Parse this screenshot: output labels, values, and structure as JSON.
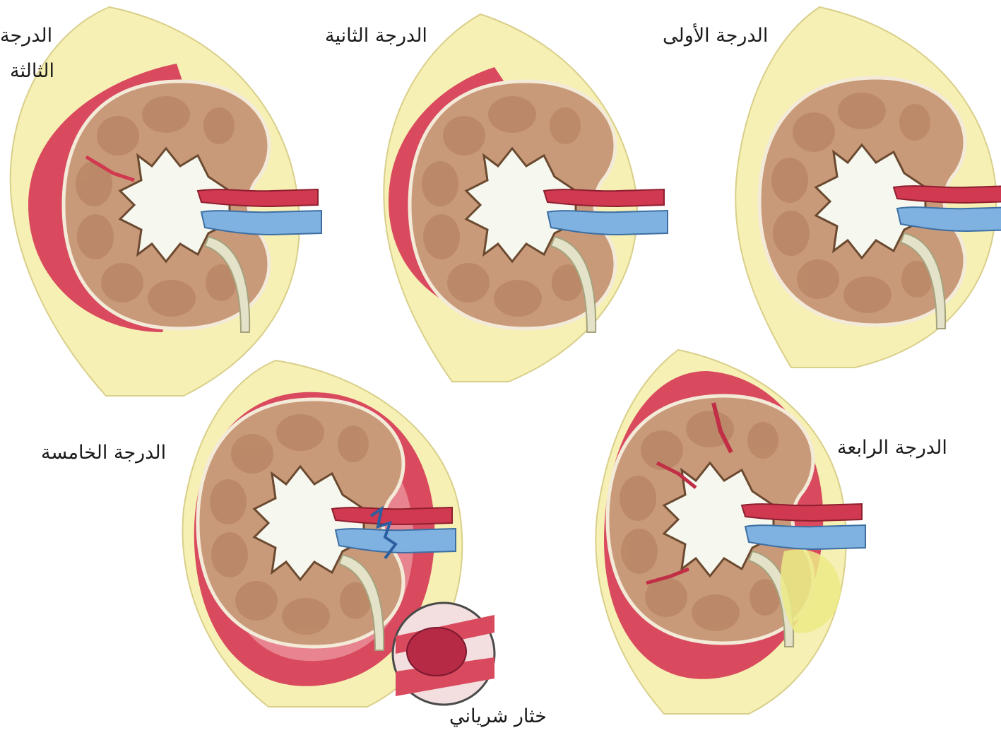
{
  "labels": {
    "grade1": "الدرجة الأولى",
    "grade2": "الدرجة الثانية",
    "grade3_line1": "الدرجة",
    "grade3_line2": "الثالثة",
    "grade4": "الدرجة الرابعة",
    "grade5": "الدرجة الخامسة",
    "clot": "خثار شرياني"
  },
  "colors": {
    "fat": "#f6f0b4",
    "fat_stroke": "#d9cf8a",
    "hematoma": "#d94a5e",
    "hematoma_light": "#e8848f",
    "capsule": "#f3ead8",
    "cortex": "#c99a7a",
    "medulla": "#b78464",
    "sinus": "#f6f8f0",
    "artery": "#d0394f",
    "vein": "#7fb2e0",
    "ureter": "#e4e2c8",
    "urine_leak": "#ecea86"
  }
}
